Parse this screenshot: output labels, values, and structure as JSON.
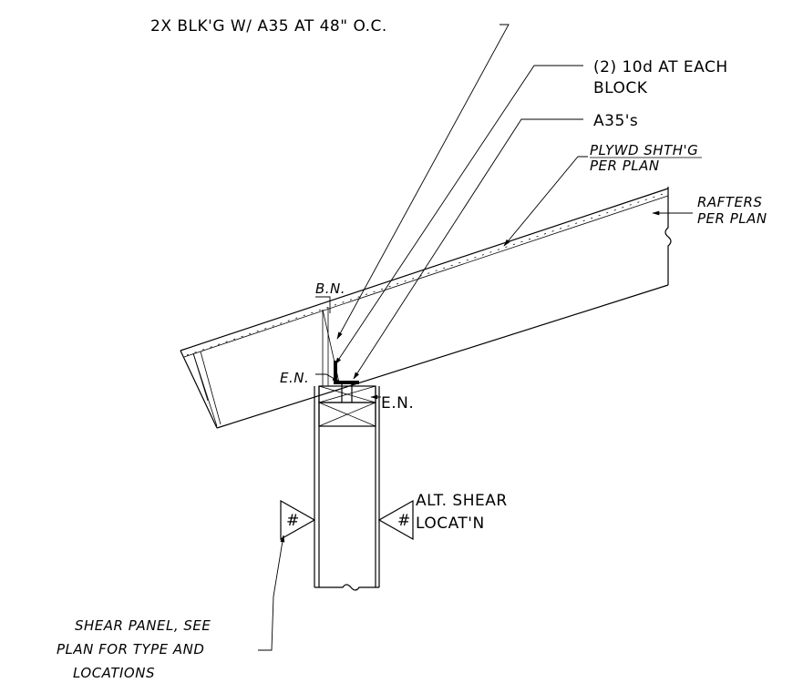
{
  "callouts": {
    "blocking": "2X BLK'G W/ A35 AT 48\" O.C.",
    "nails_line1": "(2) 10d AT EACH",
    "nails_line2": "BLOCK",
    "a35": "A35's",
    "sheathing_line1": "PLYWD SHTH'G",
    "sheathing_line2": "PER PLAN",
    "rafters_line1": "RAFTERS",
    "rafters_line2": "PER PLAN",
    "bn": "B.N.",
    "en_left": "E.N.",
    "en_right": "E.N.",
    "alt_shear_line1": "ALT. SHEAR",
    "alt_shear_line2": "LOCAT'N",
    "shear_panel_line1": "SHEAR PANEL, SEE",
    "shear_panel_line2": "PLAN FOR TYPE AND",
    "shear_panel_line3": "LOCATIONS"
  },
  "symbols": {
    "left_marker": "#",
    "right_marker": "#"
  }
}
